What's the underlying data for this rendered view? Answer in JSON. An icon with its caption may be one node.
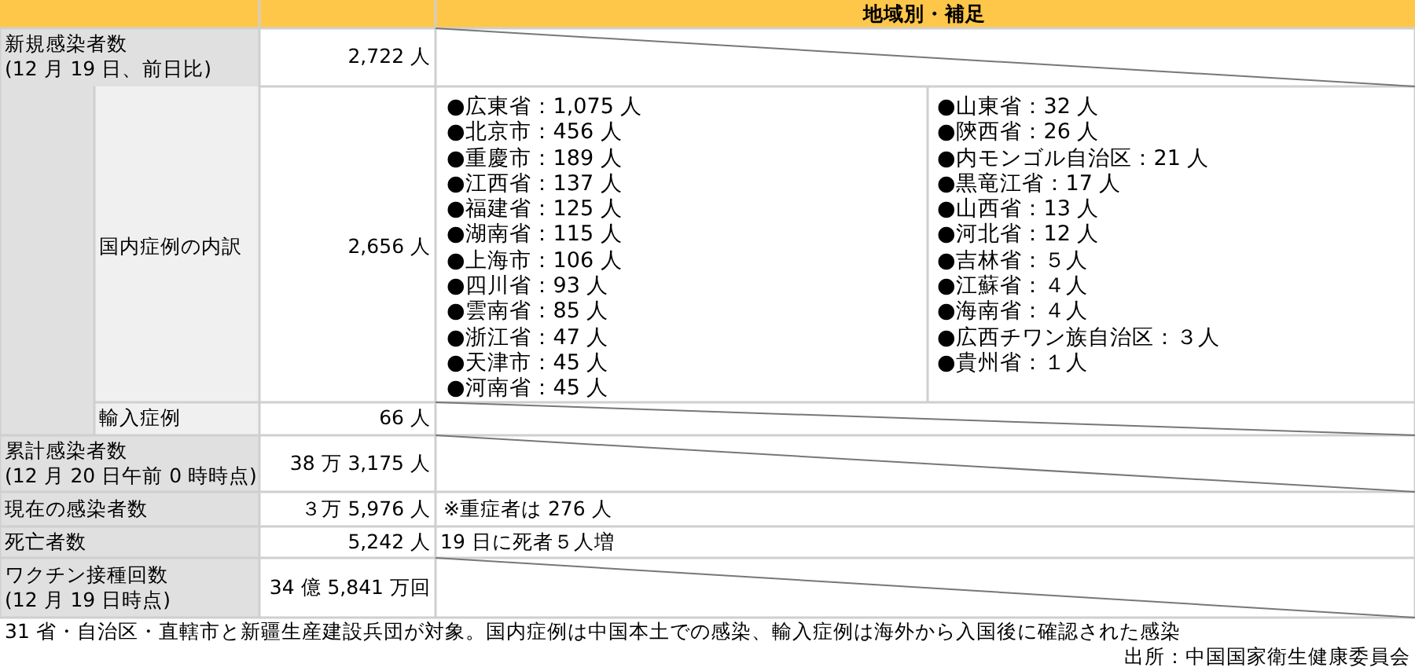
{
  "diagram": {
    "labels": [
      "地域別・補足",
      "新規感染者数 (12 月 19 日、前日比)",
      "2,722 人",
      "国内症例の内訳",
      "2,656 人",
      "●広東省：1,075 人",
      "●北京市：456 人",
      "●重慶市：189 人",
      "●江西省：137 人",
      "●福建省：125 人",
      "●湖南省：115 人",
      "●上海市：106 人",
      "●四川省：93 人",
      "●雲南省：85 人",
      "●浙江省：47 人",
      "●天津市：45 人",
      "●河南省：45 人",
      "●山東省：32 人",
      "●陝西省：26 人",
      "●内モンゴル自治区：21 人",
      "●黒竜江省：17 人",
      "●山西省：13 人",
      "●河北省：12 人",
      "●吉林省：５人",
      "●江蘇省：４人",
      "●海南省：４人",
      "●広西チワン族自治区：３人",
      "●貴州省：１人",
      "輸入症例",
      "66 人",
      "累計感染者数 (12 月 20 日午前 0 時時点)",
      "38 万 3,175 人",
      "現在の感染者数",
      "３万 5,976 人",
      "※重症者は 276 人",
      "死亡者数",
      "5,242 人",
      "19 日に死者５人増",
      "ワクチン接種回数 (12 月 19 日時点)",
      "34 億 5,841 万回",
      "31 省・自治区・直轄市と新疆生産建設兵団が対象。国内症例は中国本土での感染、輸入症例は海外から入国後に確認された感染",
      "出所：中国国家衛生健康委員会"
    ]
  }
}
